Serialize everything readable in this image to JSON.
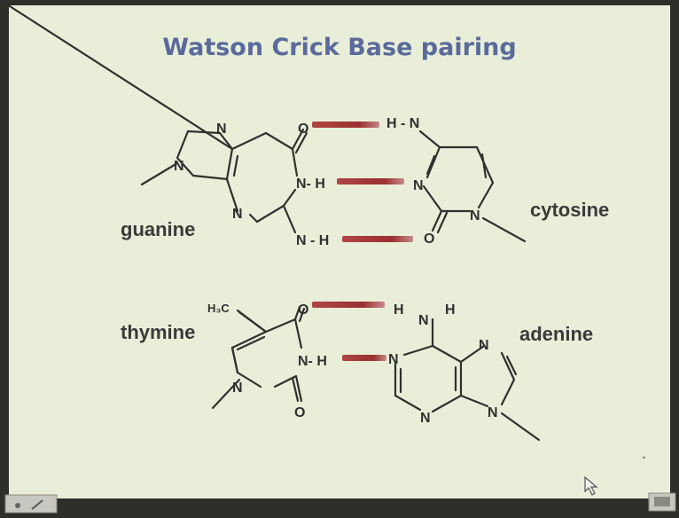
{
  "slide": {
    "title": "Watson Crick Base pairing",
    "background": "#e9eed8",
    "hbond_color": "#a23838"
  },
  "pairs": [
    {
      "left": "guanine",
      "right": "cytosine",
      "bonds": 3
    },
    {
      "left": "thymine",
      "right": "adenine",
      "bonds": 2
    }
  ],
  "labels": {
    "guanine": "guanine",
    "cytosine": "cytosine",
    "thymine": "thymine",
    "adenine": "adenine"
  },
  "atoms": {
    "N": "N",
    "O": "O",
    "H": "H",
    "HN": "H - N",
    "NH": "N - H",
    "NH_short": "N- H",
    "methyl": "H₃C",
    "amino_H": "H",
    "amino_N": "N"
  },
  "controls": {
    "left_icon": "slide-thumbnail-icon",
    "right_icon": "monitor-icon",
    "cursor_icon": "mouse-pointer-icon",
    "page_marker": "•"
  }
}
